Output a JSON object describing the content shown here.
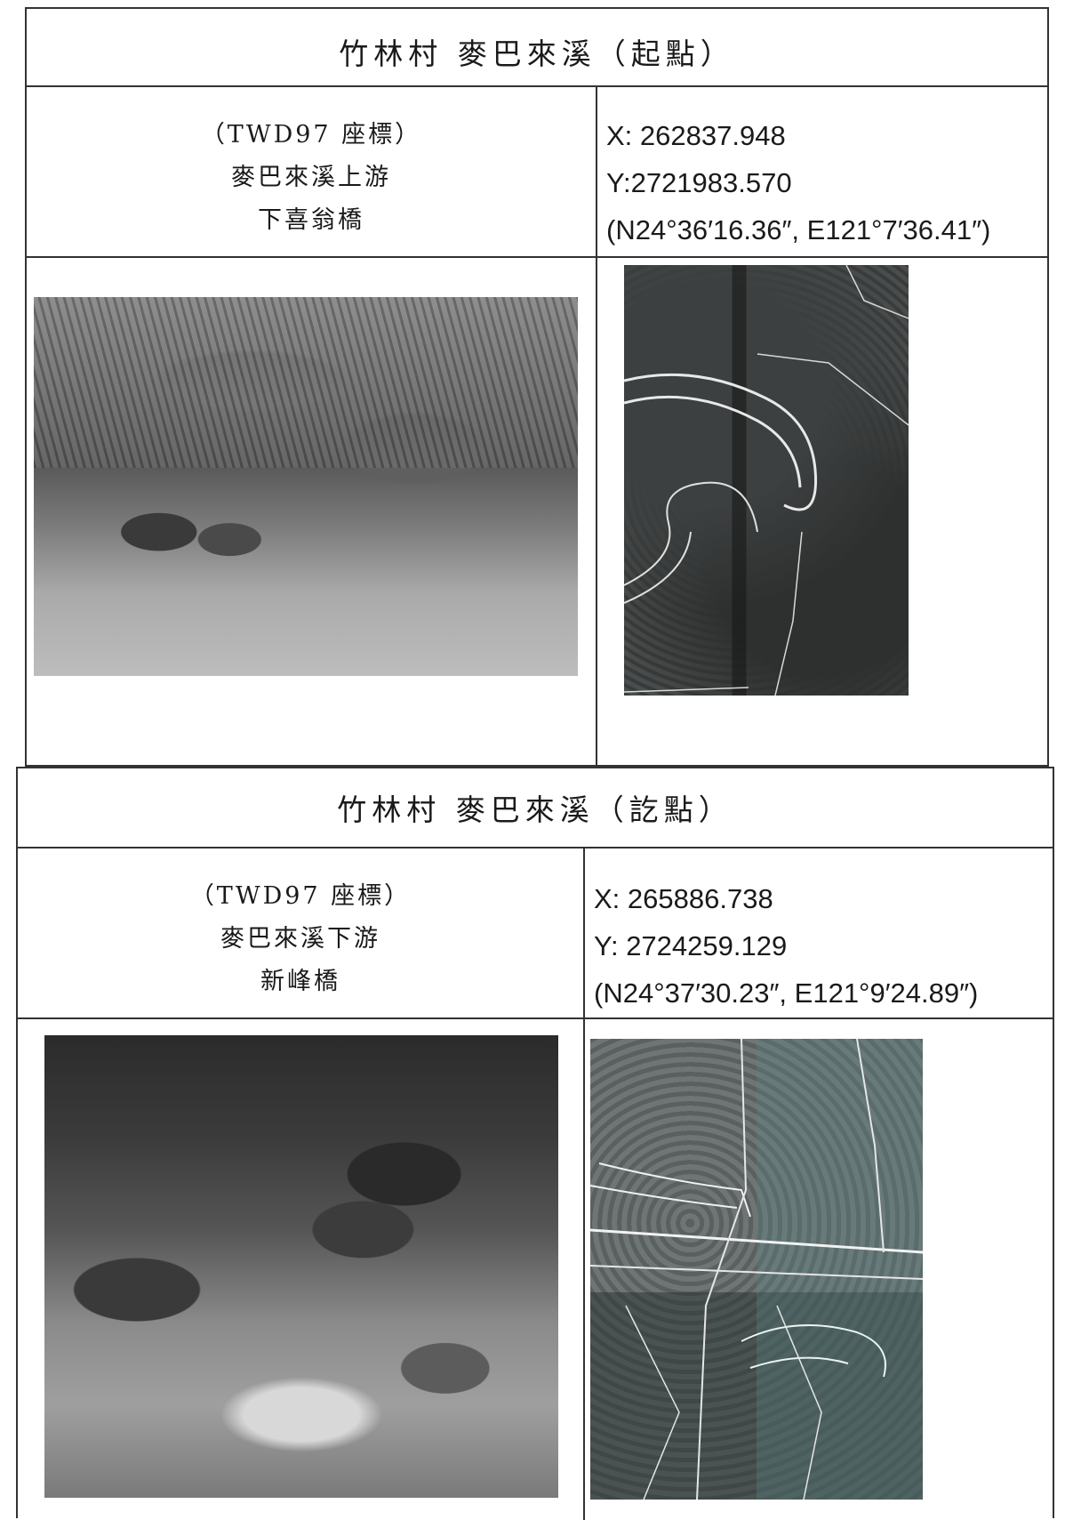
{
  "section1": {
    "title": "竹林村 麥巴來溪（起點）",
    "coord_system": "（TWD97 座標）",
    "location_line1": "麥巴來溪上游",
    "location_line2": "下喜翁橋",
    "x": "X: 262837.948",
    "y": "Y:2721983.570",
    "latlon": "(N24°36′16.36″, E121°7′36.41″)"
  },
  "section2": {
    "title": "竹林村 麥巴來溪（訖點）",
    "coord_system": "（TWD97 座標）",
    "location_line1": "麥巴來溪下游",
    "location_line2": "新峰橋",
    "x": "X: 265886.738",
    "y": "Y: 2724259.129",
    "latlon": "(N24°37′30.23″, E121°9′24.89″)"
  }
}
